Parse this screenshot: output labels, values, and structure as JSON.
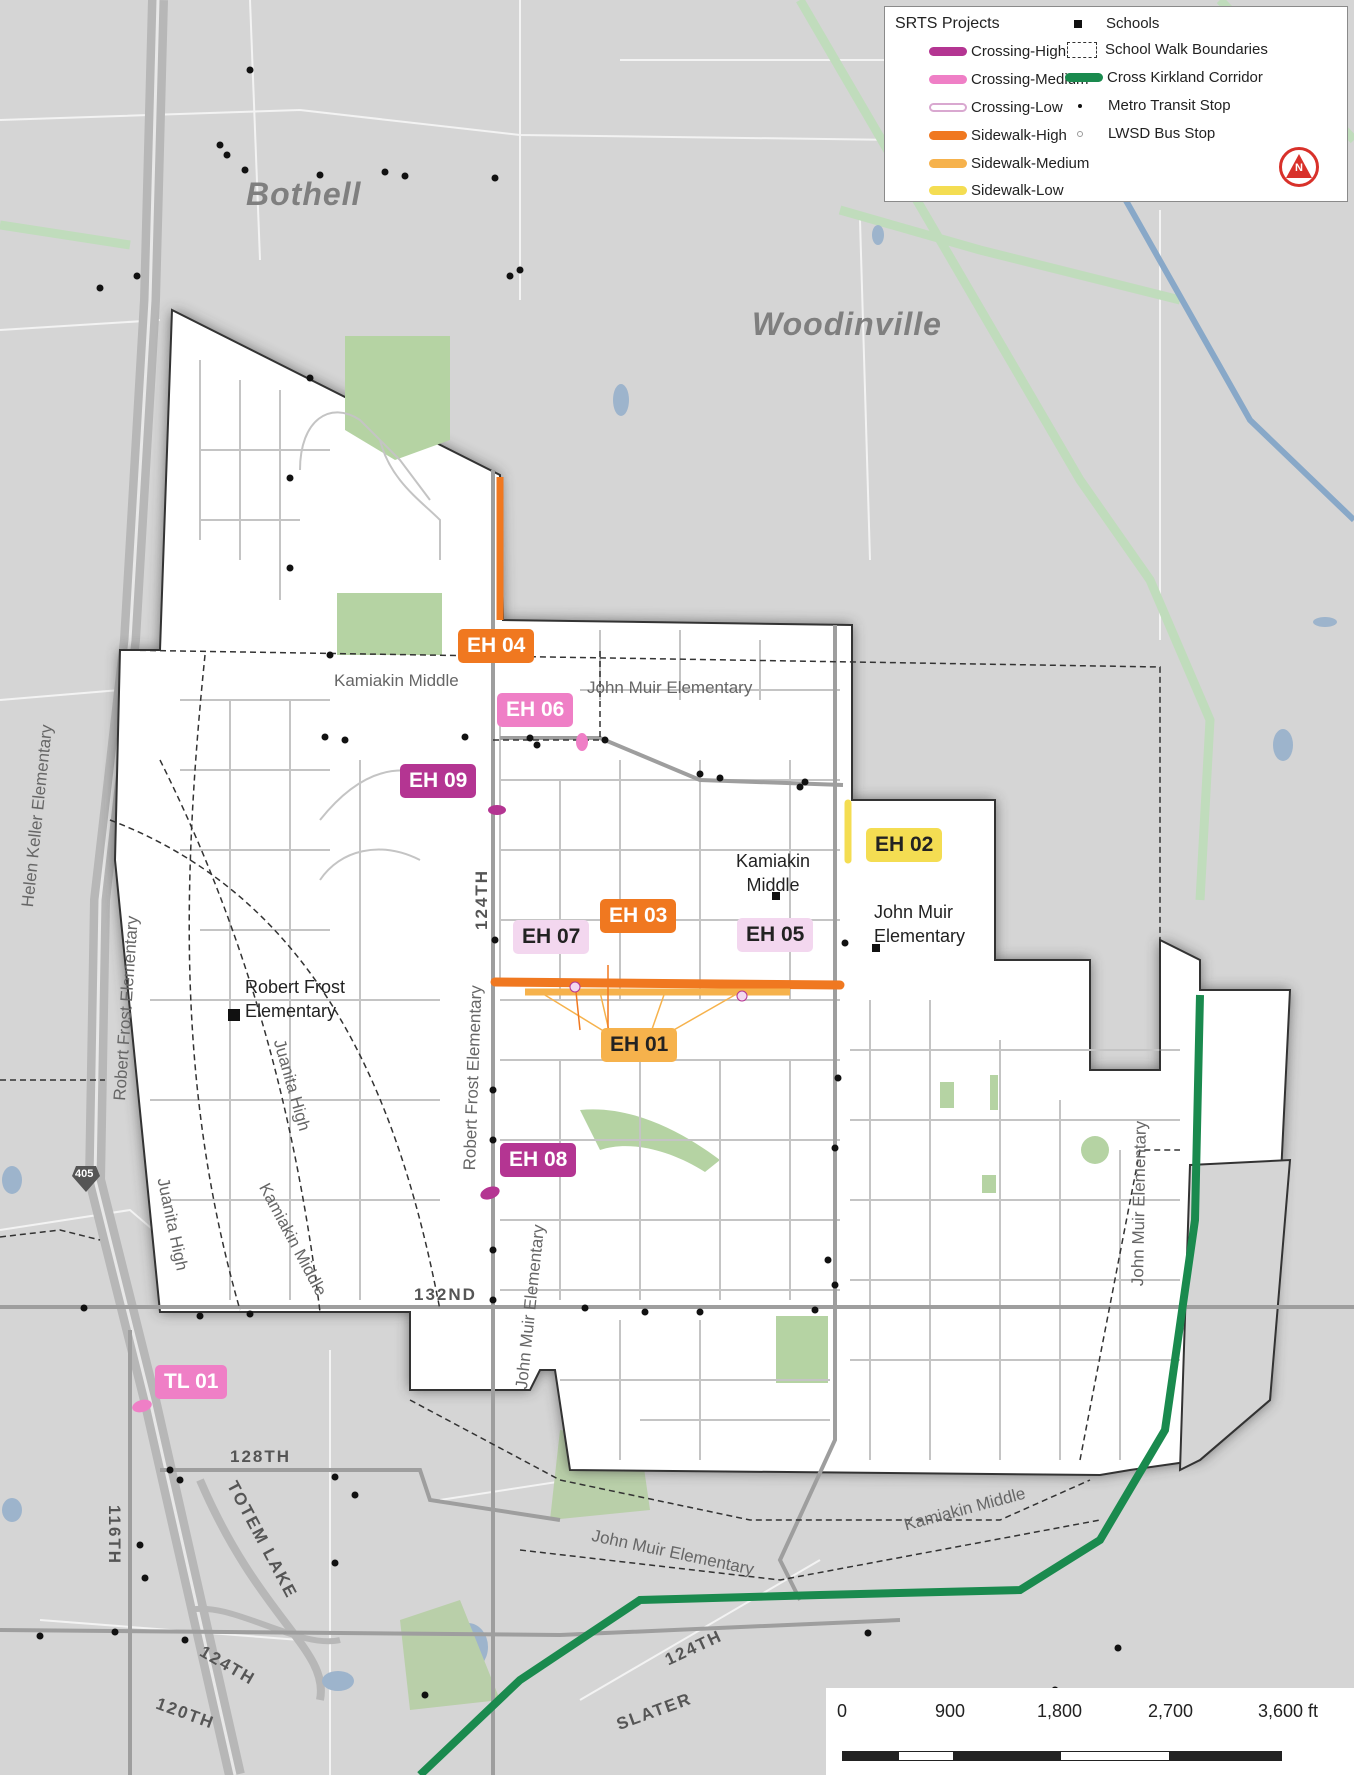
{
  "legend": {
    "title": "SRTS Projects",
    "items": [
      {
        "label": "Crossing-High",
        "color": "#b43592",
        "style": "fill"
      },
      {
        "label": "Crossing-Medium",
        "color": "#ef7fc6",
        "style": "fill"
      },
      {
        "label": "Crossing-Low",
        "color": "#f2d6ee",
        "style": "outline"
      },
      {
        "label": "Sidewalk-High",
        "color": "#f07820",
        "style": "fill"
      },
      {
        "label": "Sidewalk-Medium",
        "color": "#f6b24c",
        "style": "fill"
      },
      {
        "label": "Sidewalk-Low",
        "color": "#f4dd52",
        "style": "fill"
      },
      {
        "label": "Schools",
        "icon": "square-icon"
      },
      {
        "label": "School Walk Boundaries",
        "icon": "dashed-box-icon"
      },
      {
        "label": "Cross Kirkland Corridor",
        "color": "#1a8a4e",
        "style": "fill"
      },
      {
        "label": "Metro Transit Stop",
        "icon": "dot-icon"
      },
      {
        "label": "LWSD Bus Stop",
        "icon": "white-dot-icon"
      }
    ],
    "north": "N"
  },
  "cities": {
    "bothell": "Bothell",
    "woodinville": "Woodinville"
  },
  "streets": {
    "s124th_vertical": "124TH",
    "s132nd": "132ND",
    "s128th": "128TH",
    "s116th": "116TH",
    "totem_lake": "TOTEM LAKE",
    "s124th_sw": "124TH",
    "s120th": "120TH",
    "s124th_se": "124TH",
    "slater": "SLATER",
    "i405": "405"
  },
  "schools": [
    {
      "name": "Kamiakin\nMiddle"
    },
    {
      "name": "John Muir\nElementary"
    },
    {
      "name": "Robert Frost\nElementary"
    }
  ],
  "boundary_labels": {
    "kamiakin_top": "Kamiakin Middle",
    "john_muir_top": "John Muir Elementary",
    "helen_keller": "Helen Keller Elementary",
    "robert_frost_left": "Robert Frost Elementary",
    "juanita_left": "Juanita High",
    "juanita_mid": "Juanita High",
    "kamiakin_mid": "Kamiakin Middle",
    "robert_frost_124": "Robert Frost Elementary",
    "john_muir_124": "John Muir Elementary",
    "john_muir_right": "John Muir Elementary",
    "kamiakin_bottom": "Kamiakin Middle",
    "john_muir_bottom": "John Muir Elementary"
  },
  "projects": [
    {
      "id": "EH 04",
      "priority": "Sidewalk-High",
      "bg": "#f07820",
      "fg": "#ffffff"
    },
    {
      "id": "EH 06",
      "priority": "Crossing-Medium",
      "bg": "#ef7fc6",
      "fg": "#ffffff"
    },
    {
      "id": "EH 09",
      "priority": "Crossing-High",
      "bg": "#b43592",
      "fg": "#ffffff"
    },
    {
      "id": "EH 02",
      "priority": "Sidewalk-Low",
      "bg": "#f4dd52",
      "fg": "#222222"
    },
    {
      "id": "EH 07",
      "priority": "Crossing-Low",
      "bg": "#f3d7ef",
      "fg": "#222222"
    },
    {
      "id": "EH 03",
      "priority": "Sidewalk-High",
      "bg": "#f07820",
      "fg": "#ffffff"
    },
    {
      "id": "EH 05",
      "priority": "Crossing-Low",
      "bg": "#f3d7ef",
      "fg": "#222222"
    },
    {
      "id": "EH 01",
      "priority": "Sidewalk-Medium",
      "bg": "#f6b24c",
      "fg": "#222222"
    },
    {
      "id": "EH 08",
      "priority": "Crossing-High",
      "bg": "#b43592",
      "fg": "#ffffff"
    },
    {
      "id": "TL 01",
      "priority": "Crossing-Medium",
      "bg": "#ef7fc6",
      "fg": "#ffffff"
    }
  ],
  "scale": {
    "labels": [
      "0",
      "900",
      "1,800",
      "2,700",
      "3,600 ft"
    ]
  }
}
